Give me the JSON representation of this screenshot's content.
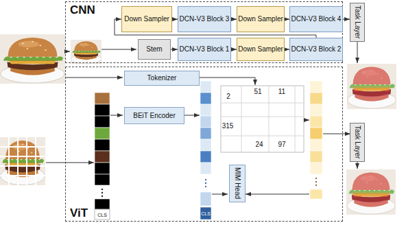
{
  "diagram": {
    "nodes": [
      {
        "text": [
          "CNN"
        ]
      },
      {
        "text": [
          "Down Sampler"
        ],
        "in": 0
      },
      {
        "text": [
          "DCN-V3 Block 3"
        ],
        "in": 0
      },
      {
        "text": [
          "Down Sampler"
        ],
        "in": 0
      },
      {
        "text": [
          "DCN-V3 Block 4"
        ],
        "in": 0
      },
      {
        "text": [
          "Stem"
        ],
        "in": 0
      },
      {
        "text": [
          "DCN-V3 Block 1"
        ],
        "in": 0
      },
      {
        "text": [
          "Down Sampler"
        ],
        "in": 0
      },
      {
        "text": [
          "DCN-V3 Block 2"
        ],
        "in": 0
      },
      {
        "text": [
          "Task Layer"
        ]
      },
      {
        "text": [
          "ViT"
        ]
      },
      {
        "text": [
          "Tokenizer"
        ],
        "in": 10
      },
      {
        "text": [
          "BEiT Encoder"
        ],
        "in": 10
      },
      {
        "text": [
          "MIM Head"
        ],
        "in": 10
      },
      {
        "text": [
          "Task Layer"
        ]
      }
    ],
    "edges": [
      {
        "from": 5,
        "to": 6,
        "arrow": "to"
      },
      {
        "from": 6,
        "to": 7,
        "arrow": "to"
      },
      {
        "from": 7,
        "to": 8,
        "arrow": "to"
      },
      {
        "from": 8,
        "to": 1,
        "arrow": "to"
      },
      {
        "from": 1,
        "to": 2,
        "arrow": "to"
      },
      {
        "from": 2,
        "to": 3,
        "arrow": "to"
      },
      {
        "from": 3,
        "to": 4,
        "arrow": "to"
      },
      {
        "from": 4,
        "to": 9,
        "arrow": "to"
      }
    ],
    "labels": [
      "2",
      "51",
      "11",
      "315",
      "24",
      "97",
      "CLS",
      "CLS"
    ]
  }
}
